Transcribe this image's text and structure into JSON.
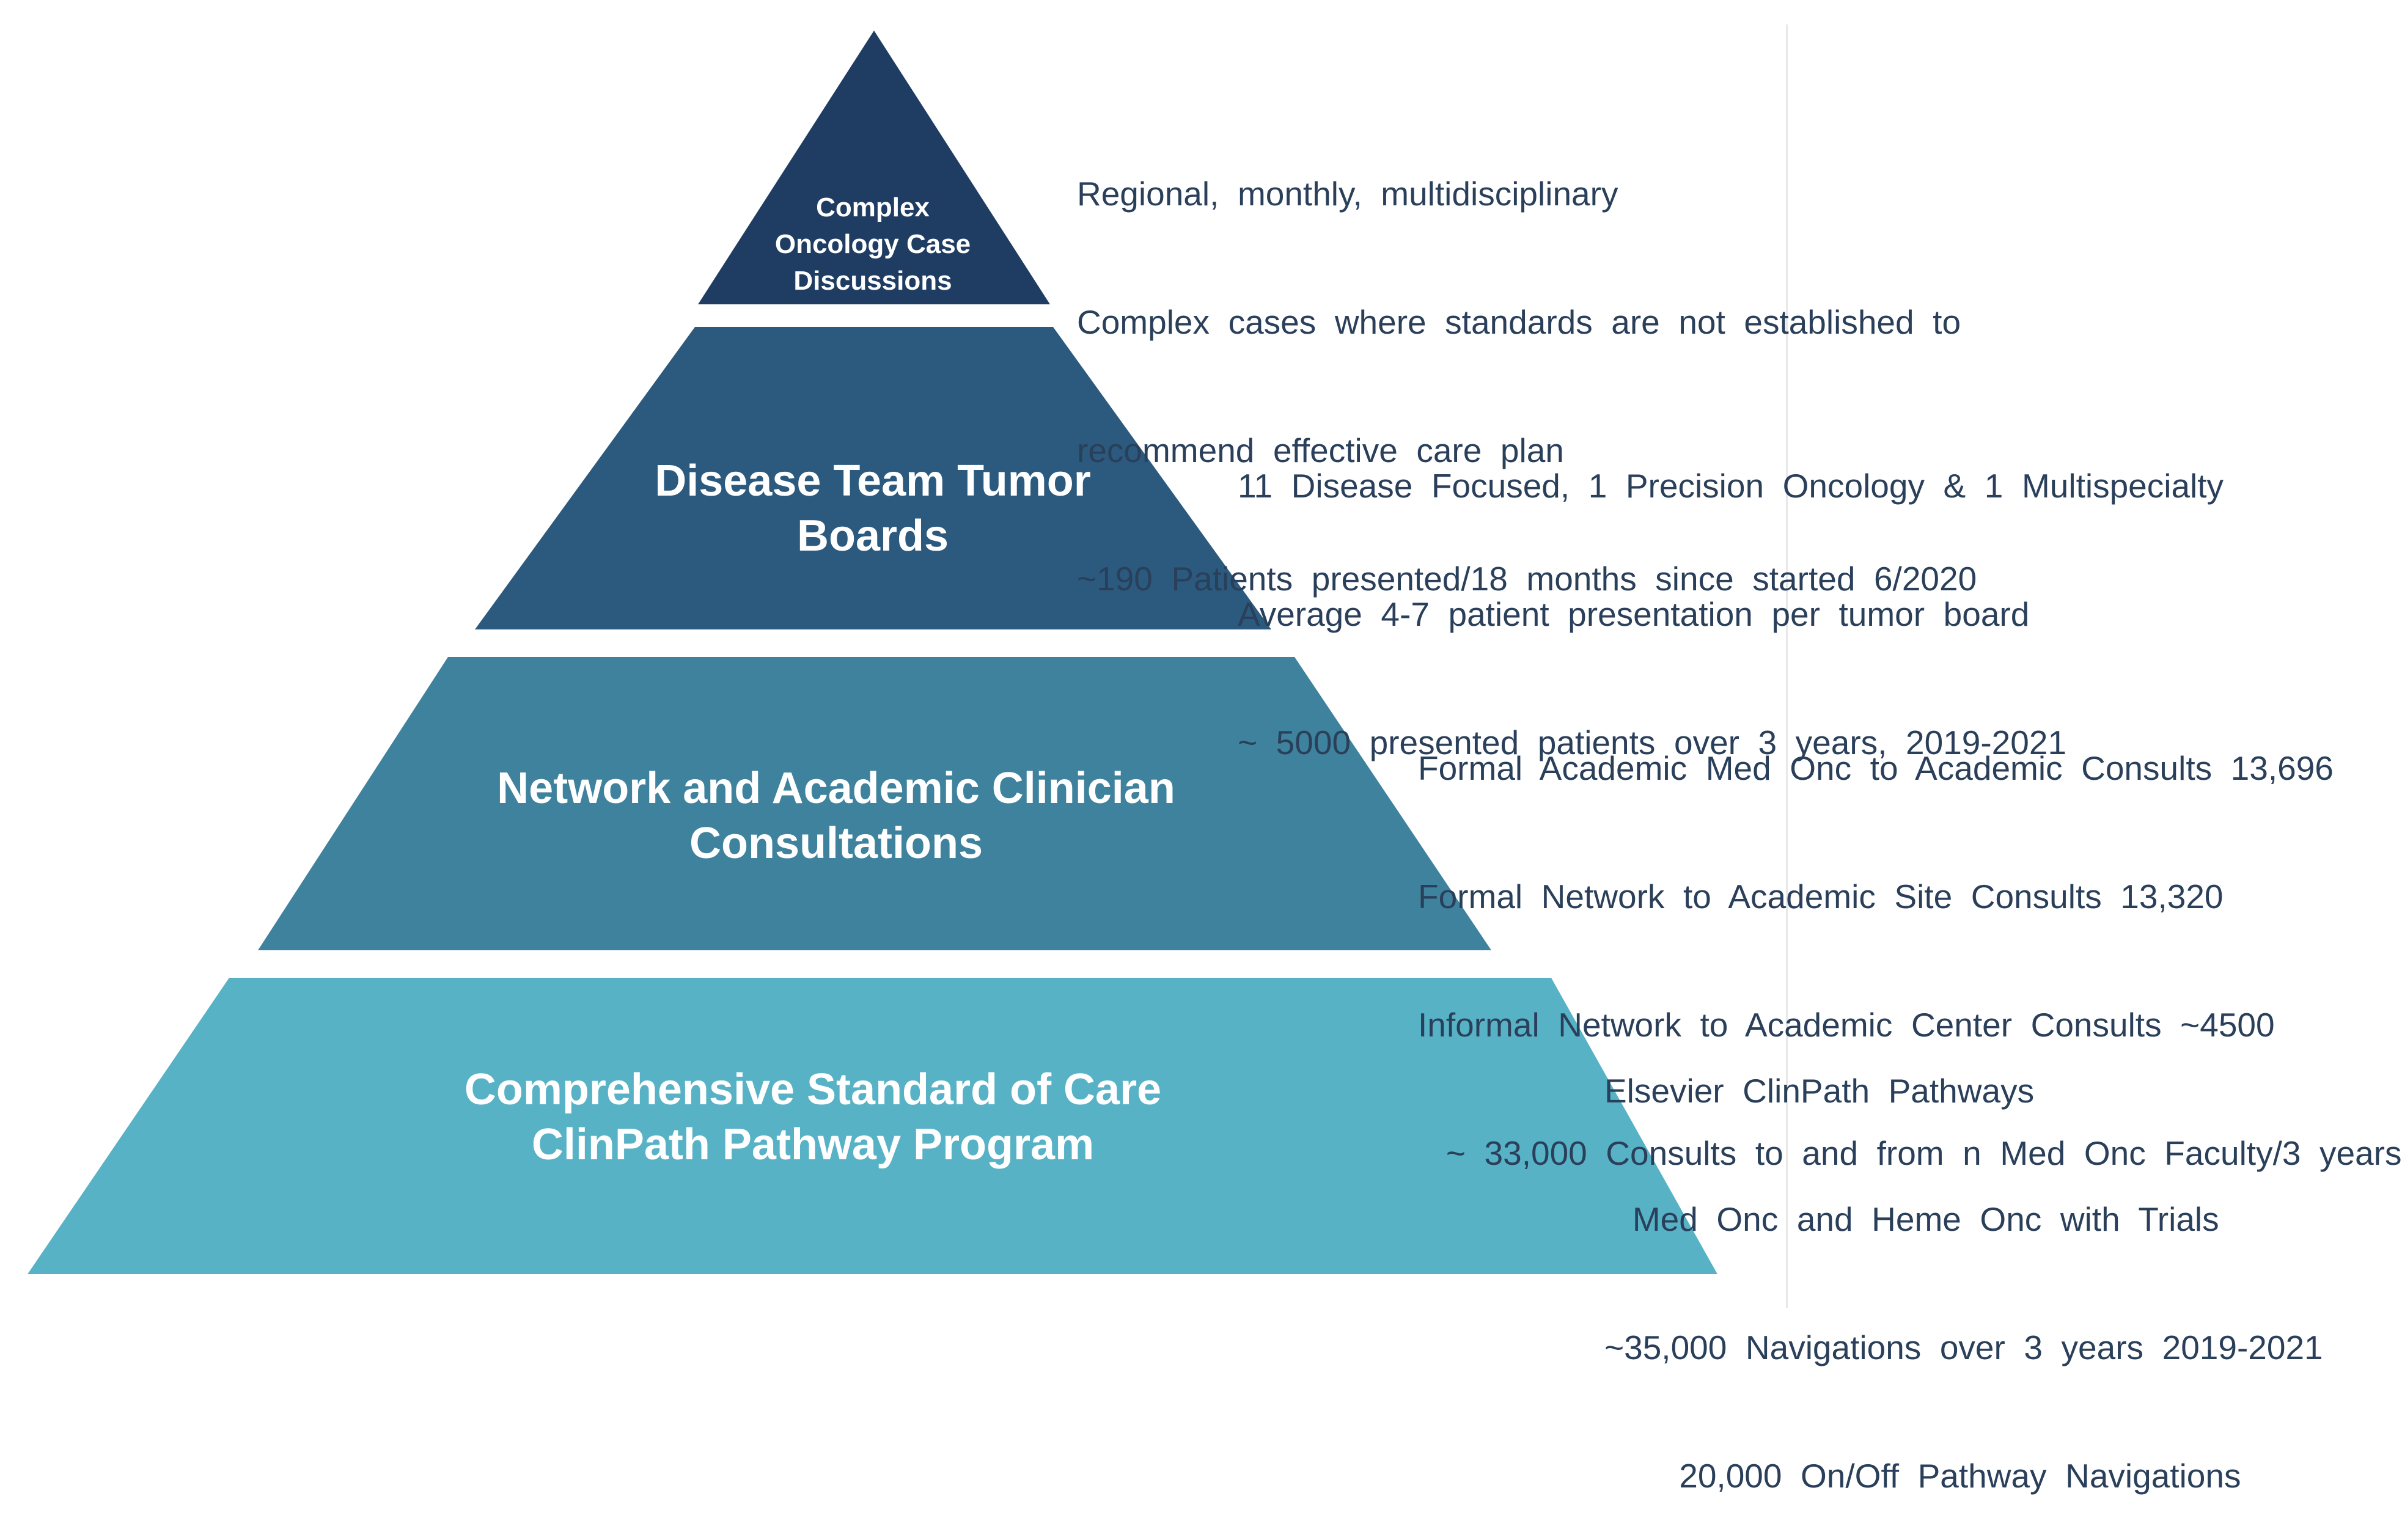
{
  "colors": {
    "tier_1": "#1f3d63",
    "tier_2": "#2b5a7e",
    "tier_3": "#3f829d",
    "tier_4": "#57b2c6",
    "description_text": "#2a3f5a",
    "label_text": "#ffffff"
  },
  "tiers": [
    {
      "label": [
        "Complex",
        "Oncology Case",
        "Discussions"
      ],
      "description": [
        "Regional,  monthly,  multidisciplinary",
        "Complex  cases  where  standards  are  not  established  to",
        "recommend  effective  care  plan",
        "~190  Patients  presented/18  months  since  started  6/2020"
      ]
    },
    {
      "label": [
        "Disease Team Tumor",
        "Boards"
      ],
      "description": [
        "11  Disease  Focused,  1  Precision  Oncology  &  1  Multispecialty",
        "Average  4-7  patient  presentation  per  tumor  board",
        "~  5000  presented  patients  over  3  years,  2019-2021"
      ]
    },
    {
      "label": [
        "Network and Academic Clinician",
        "Consultations"
      ],
      "description": [
        "Formal  Academic  Med  Onc  to  Academic  Consults  13,696",
        "Formal  Network  to  Academic  Site  Consults  13,320",
        "Informal  Network  to  Academic  Center  Consults  ~4500",
        "   ~  33,000  Consults  to  and  from  n  Med  Onc  Faculty/3  years"
      ]
    },
    {
      "label": [
        "Comprehensive Standard of Care",
        "ClinPath Pathway Program"
      ],
      "description": [
        "Elsevier  ClinPath  Pathways",
        "   Med  Onc  and  Heme  Onc  with  Trials",
        "~35,000  Navigations  over  3  years  2019-2021",
        "        20,000  On/Off  Pathway  Navigations"
      ]
    }
  ]
}
